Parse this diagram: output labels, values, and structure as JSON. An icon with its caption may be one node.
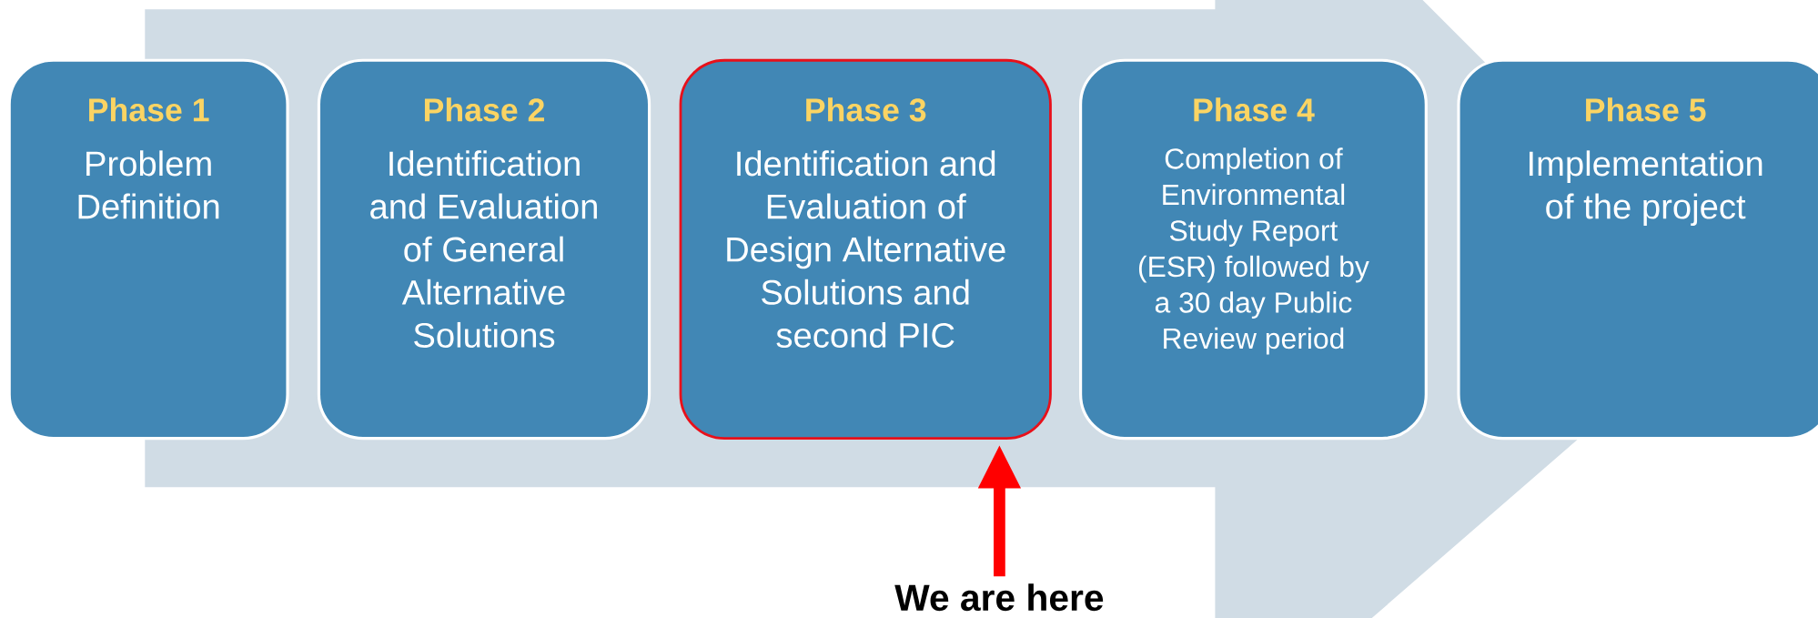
{
  "diagram": {
    "nodes": [
      {
        "text": [
          "Phase 1",
          "Problem Definition"
        ]
      },
      {
        "text": [
          "Phase 2",
          "Identification and Evaluation of General Alternative Solutions"
        ]
      },
      {
        "text": [
          "Phase 3",
          "Identification and Evaluation of Design Alternative Solutions and second PIC"
        ]
      },
      {
        "text": [
          "Phase 4",
          "Completion of Environmental Study Report (ESR) followed by a 30 day Public Review period"
        ]
      },
      {
        "text": [
          "Phase 5",
          "Implementation of the project"
        ]
      },
      {
        "text": [
          "We are here"
        ]
      }
    ],
    "edges": [
      {
        "from": 5,
        "to": 2,
        "arrow": "to",
        "color": "#ff0000"
      },
      {
        "from": 0,
        "to": 4,
        "arrow": "to"
      }
    ]
  }
}
